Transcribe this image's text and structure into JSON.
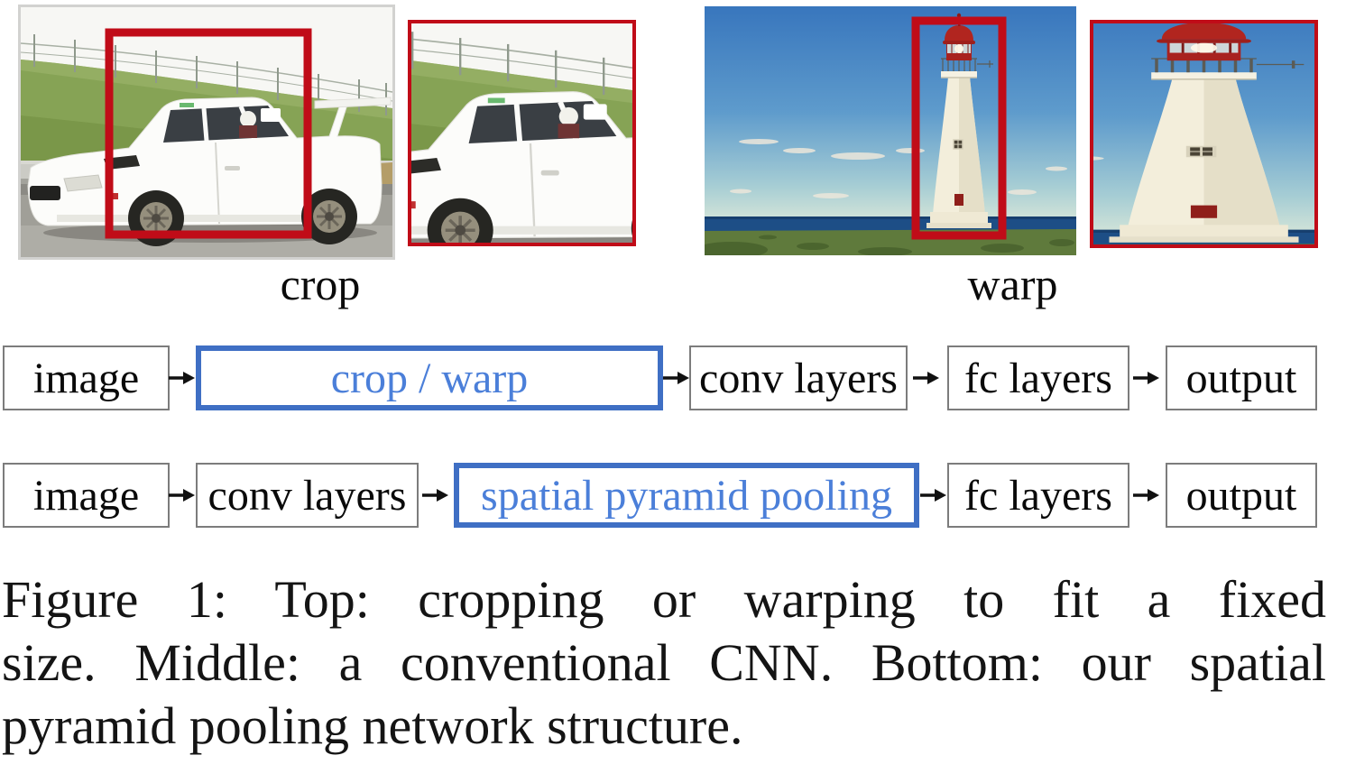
{
  "top": {
    "crop_label": "crop",
    "warp_label": "warp"
  },
  "flows": {
    "middle": {
      "nodes": [
        {
          "label": "image",
          "highlighted": false
        },
        {
          "label": "crop / warp",
          "highlighted": true
        },
        {
          "label": "conv layers",
          "highlighted": false
        },
        {
          "label": "fc layers",
          "highlighted": false
        },
        {
          "label": "output",
          "highlighted": false
        }
      ]
    },
    "bottom": {
      "nodes": [
        {
          "label": "image",
          "highlighted": false
        },
        {
          "label": "conv layers",
          "highlighted": false
        },
        {
          "label": "spatial pyramid pooling",
          "highlighted": true
        },
        {
          "label": "fc layers",
          "highlighted": false
        },
        {
          "label": "output",
          "highlighted": false
        }
      ]
    }
  },
  "caption": {
    "lines": [
      "Figure 1: Top: cropping or warping to fit a fixed",
      "size. Middle: a conventional CNN. Bottom: our spatial",
      "pyramid pooling network structure."
    ]
  },
  "icons": {
    "flow_arrow": "right-arrow"
  },
  "colors": {
    "crop_box_red": "#c00c18",
    "highlight_border_blue": "#3f6fc4",
    "highlight_text_blue": "#4b7fd9",
    "box_border_gray": "#7c7c7c",
    "photo_frame_gray": "#d2d2d0"
  }
}
